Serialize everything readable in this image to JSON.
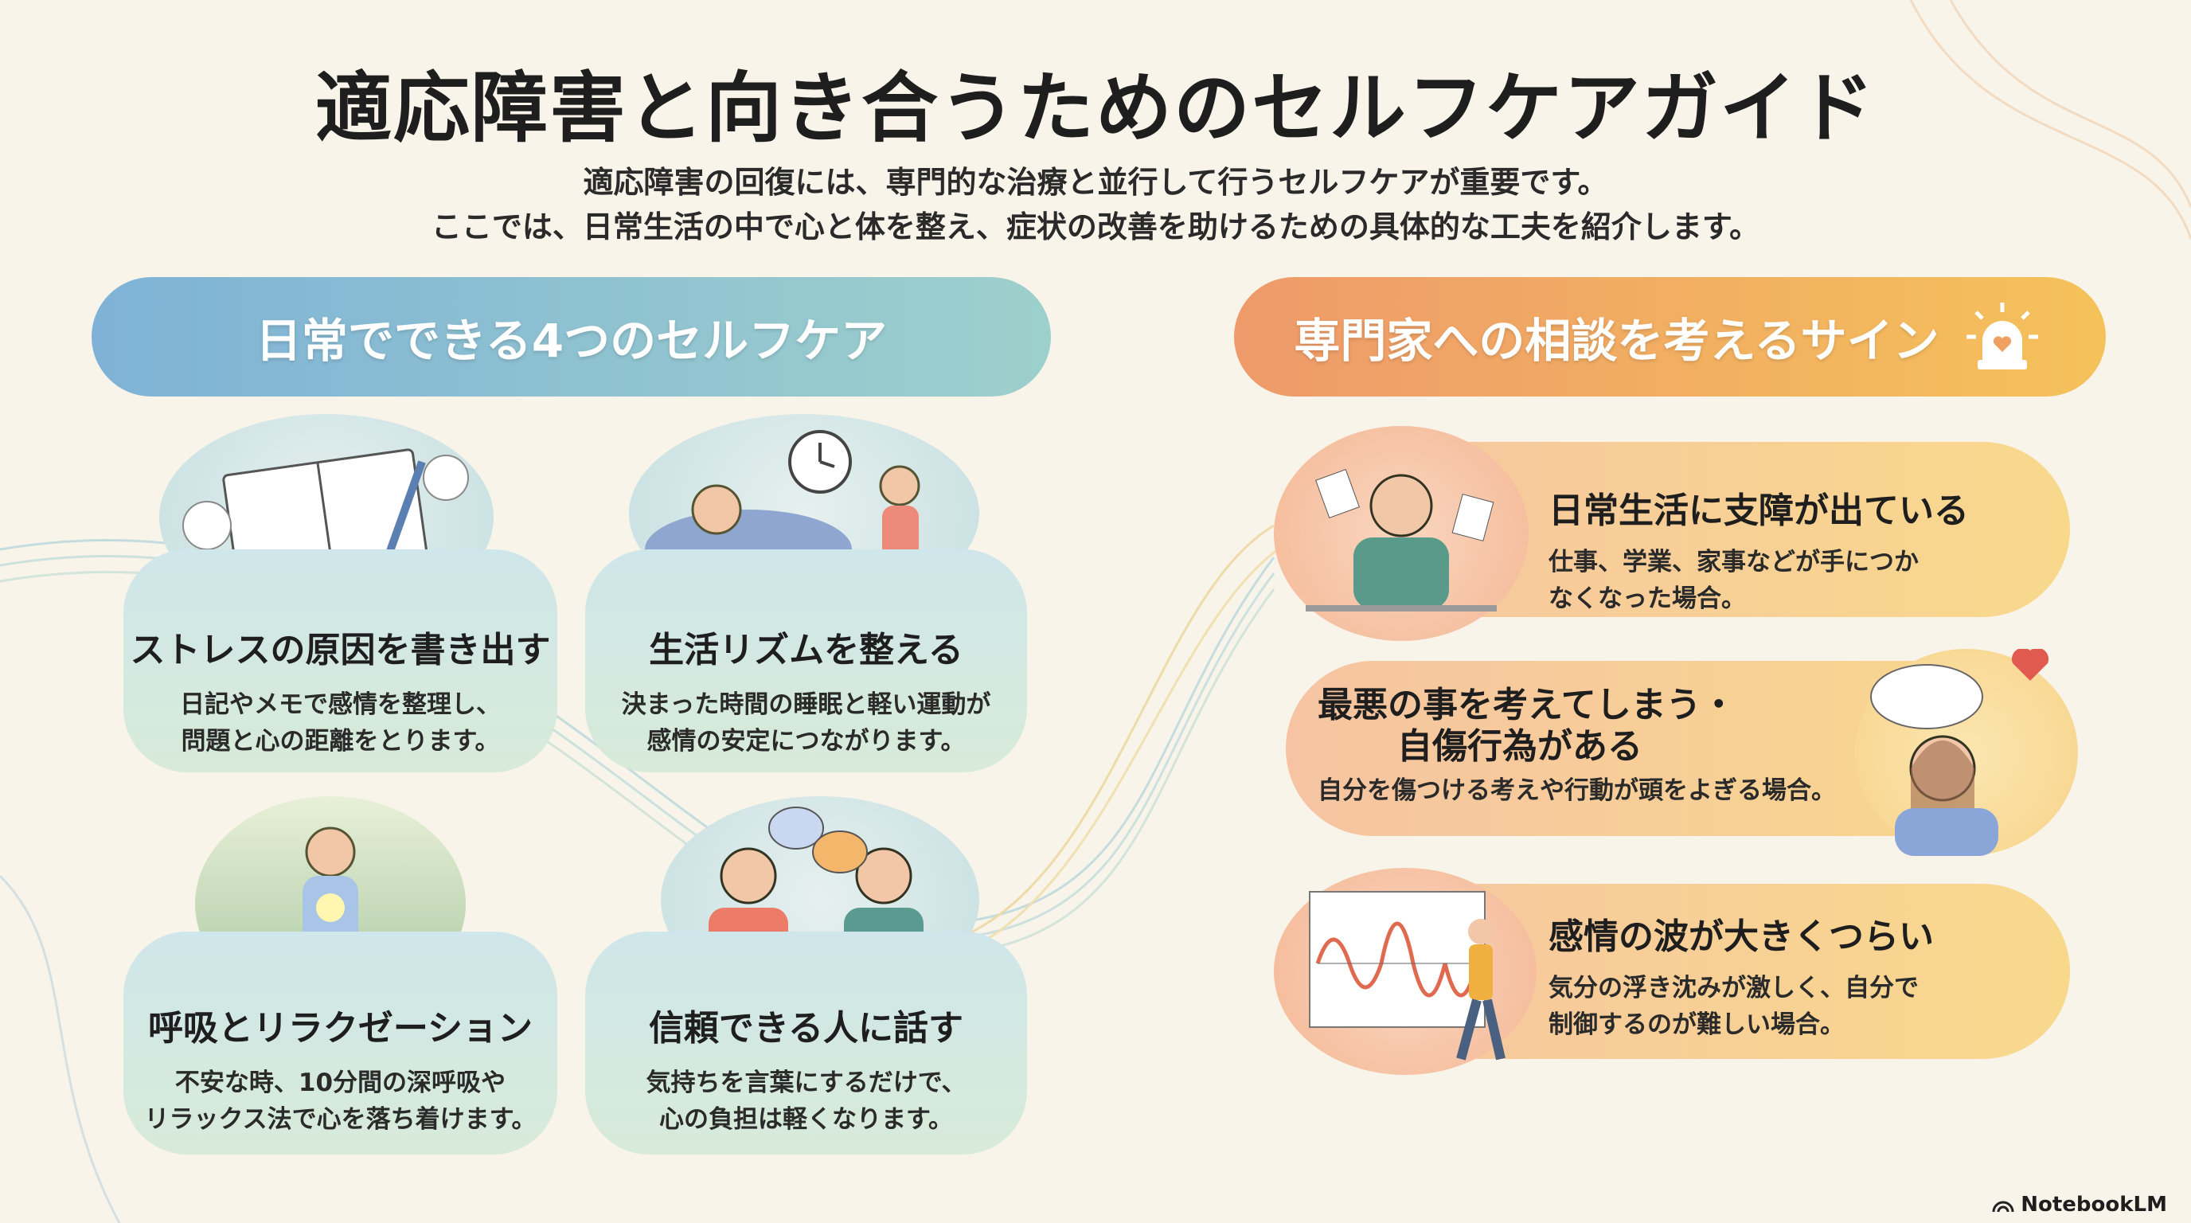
{
  "title": "適応障害と向き合うためのセルフケアガイド",
  "subtitle": [
    "適応障害の回復には、専門的な治療と並行して行うセルフケアが重要です。",
    "ここでは、日常生活の中で心と体を整え、症状の改善を助けるための具体的な工夫を紹介します。"
  ],
  "left": {
    "header": "日常でできる4つのセルフケア",
    "cards": [
      {
        "title": "ストレスの原因を書き出す",
        "lines": [
          "日記やメモで感情を整理し、",
          "問題と心の距離をとります。"
        ]
      },
      {
        "title": "生活リズムを整える",
        "lines": [
          "決まった時間の睡眠と軽い運動が",
          "感情の安定につながります。"
        ]
      },
      {
        "title": "呼吸とリラクゼーション",
        "lines": [
          "不安な時、10分間の深呼吸や",
          "リラックス法で心を落ち着けます。"
        ]
      },
      {
        "title": "信頼できる人に話す",
        "lines": [
          "気持ちを言葉にするだけで、",
          "心の負担は軽くなります。"
        ]
      }
    ]
  },
  "right": {
    "header": "専門家への相談を考えるサイン",
    "cards": [
      {
        "title": "日常生活に支障が出ている",
        "lines": [
          "仕事、学業、家事などが手につか",
          "なくなった場合。"
        ]
      },
      {
        "title": [
          "最悪の事を考えてしまう・",
          "自傷行為がある"
        ],
        "lines": [
          "自分を傷つける考えや行動が頭をよぎる場合。"
        ]
      },
      {
        "title": "感情の波が大きくつらい",
        "lines": [
          "気分の浮き沈みが激しく、自分で",
          "制御するのが難しい場合。"
        ]
      }
    ]
  },
  "brand": "NotebookLM",
  "colors": {
    "blue": "#7fb2d6",
    "teal": "#9dd0cc",
    "orange": "#ee9a6a",
    "yellow": "#f5c25a"
  }
}
